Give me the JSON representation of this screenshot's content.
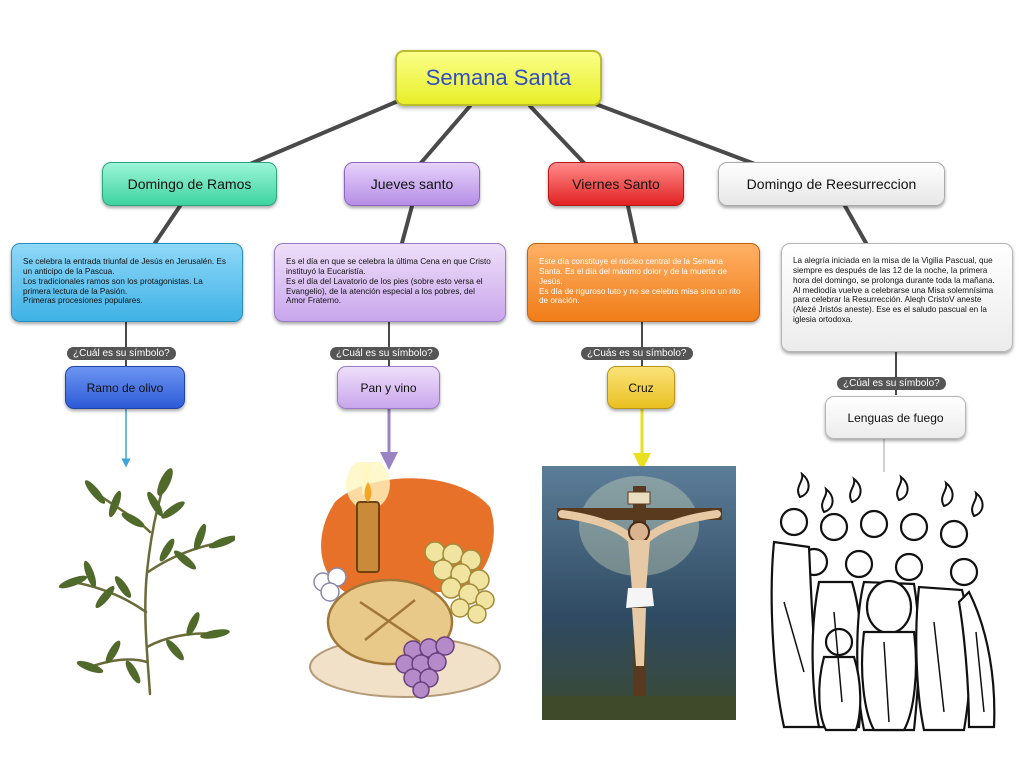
{
  "root": {
    "title": "Semana Santa"
  },
  "branches": [
    {
      "title": "Domingo de Ramos",
      "description": [
        "Se celebra la entrada triunfal de Jesús en Jerusalén. Es un anticipo de la Pascua.",
        "Los tradicionales ramos son los protagonistas. La primera lectura de la Pasión.",
        "Primeras procesiones populares."
      ],
      "question": "¿Cuál es su símbolo?",
      "symbol": "Ramo de olivo",
      "image_icon": "olive-branch-icon"
    },
    {
      "title": "Jueves santo",
      "description": [
        "Es el día en que se celebra la última Cena en que Cristo instituyó la Eucaristía.",
        "Es el día del Lavatorio de los pies (sobre esto versa el Evangelio), de la atención especial a los pobres, del Amor Fraterno."
      ],
      "question": "¿Cuál es su símbolo?",
      "symbol": "Pan y vino",
      "image_icon": "bread-and-wine-icon"
    },
    {
      "title": "Viernes Santo",
      "description": [
        "Este día constituye el núcleo central de la Semana Santa. Es el día del máximo dolor y de la muerte de Jesús.",
        "Es día de riguroso luto y no se celebra misa sino un rito de oración."
      ],
      "question": "¿Cuás es su símbolo?",
      "symbol": "Cruz",
      "image_icon": "crucifix-icon"
    },
    {
      "title": "Domingo de Reesurreccion",
      "description": [
        "La alegría iniciada en la misa de la Vigilia Pascual, que siempre es después de las 12 de la noche, la primera hora del domingo, se prolonga durante toda la mañana.",
        "Al mediodía vuelve a celebrarse una Misa solemnísima para celebrar la Resurrección. Aleqh CristoV aneste (Alezé Jristós aneste). Ese es el saludo pascual en la iglesia ortodoxa."
      ],
      "question": "¿Cúal es su símbolo?",
      "symbol": "Lenguas de fuego",
      "image_icon": "tongues-of-fire-icon"
    }
  ],
  "colors": {
    "root": "#f1f64a",
    "branch1": "#55dcaa",
    "branch2": "#c7a8ee",
    "branch3": "#ea3a3a",
    "branch4": "#f2f2f2",
    "connector": "#4a4a4a",
    "arrow_olive": "#3aa5d8",
    "arrow_bread": "#9a83c2",
    "arrow_cross": "#e8e020",
    "arrow_fire": "#d8d8d8"
  }
}
